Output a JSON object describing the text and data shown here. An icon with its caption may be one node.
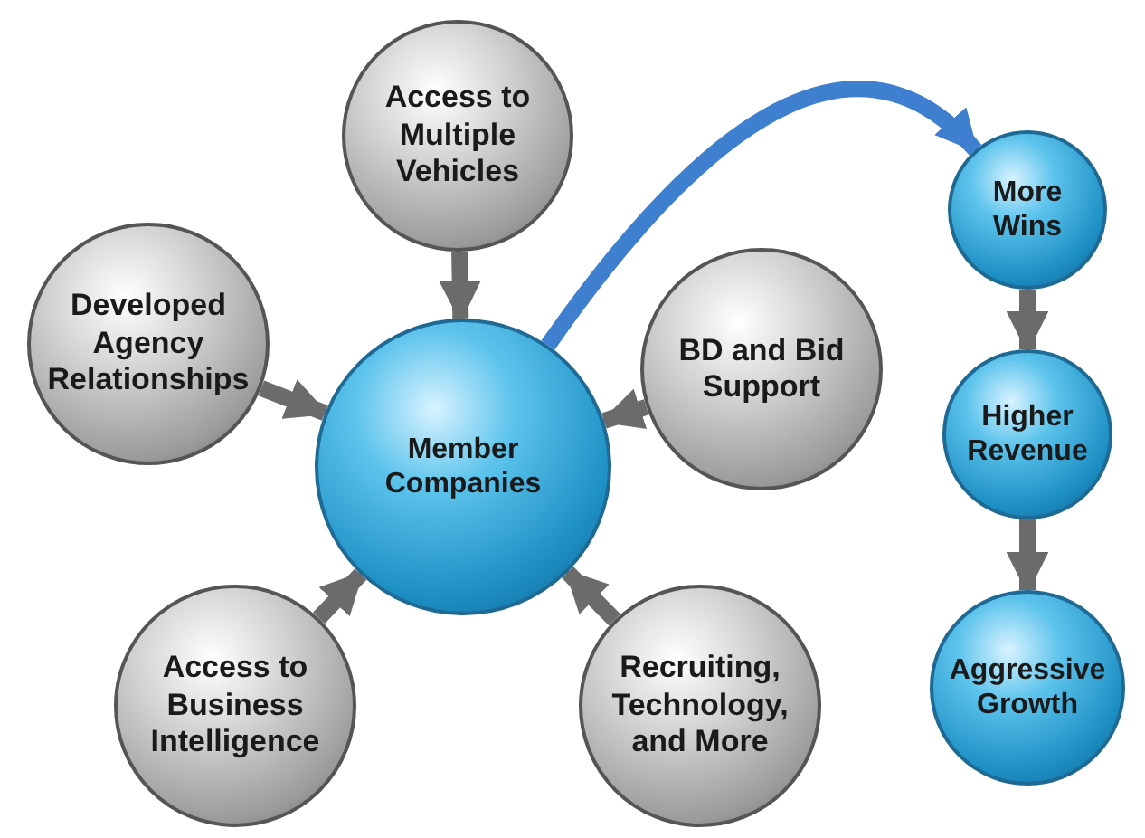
{
  "diagram": {
    "nodes": [
      {
        "text": [
          "Access to Multiple Vehicles"
        ]
      },
      {
        "text": [
          "More Wins"
        ]
      },
      {
        "text": [
          "Developed Agency Relationships"
        ]
      },
      {
        "text": [
          "BD and Bid Support"
        ]
      },
      {
        "text": [
          "Member Companies"
        ]
      },
      {
        "text": [
          "Higher Revenue"
        ]
      },
      {
        "text": [
          "Access to Business Intelligence"
        ]
      },
      {
        "text": [
          "Recruiting, Technology, and More"
        ]
      },
      {
        "text": [
          "Aggressive Growth"
        ]
      }
    ],
    "edges": [
      {
        "from": 0,
        "to": 4,
        "arrow": "to"
      },
      {
        "from": 2,
        "to": 4,
        "arrow": "to"
      },
      {
        "from": 3,
        "to": 4,
        "arrow": "to"
      },
      {
        "from": 6,
        "to": 4,
        "arrow": "to"
      },
      {
        "from": 7,
        "to": 4,
        "arrow": "to"
      },
      {
        "from": 4,
        "to": 1,
        "arrow": "to",
        "color": "#3f7fd0"
      },
      {
        "from": 1,
        "to": 5,
        "arrow": "to"
      },
      {
        "from": 5,
        "to": 8,
        "arrow": "to"
      }
    ]
  }
}
